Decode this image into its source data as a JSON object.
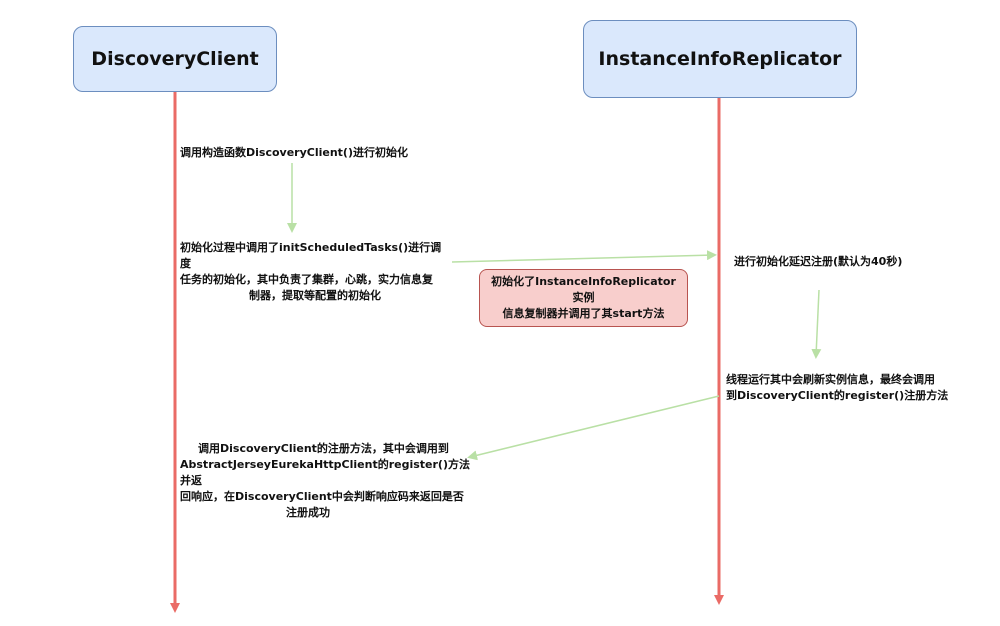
{
  "participants": {
    "discovery_client": "DiscoveryClient",
    "instance_info_replicator": "InstanceInfoReplicator"
  },
  "steps": {
    "constructor": "调用构造函数DiscoveryClient()进行初始化",
    "init_tasks": {
      "line1": "初始化过程中调用了initScheduledTasks()进行调度",
      "line2": "任务的初始化，其中负责了集群，心跳，实力信息复",
      "line3": "制器，提取等配置的初始化"
    },
    "delayed_register": "进行初始化延迟注册(默认为40秒)",
    "thread_refresh": {
      "line1": "线程运行其中会刷新实例信息，最终会调用",
      "line2": "到DiscoveryClient的register()注册方法"
    },
    "register_call": {
      "line1": "调用DiscoveryClient的注册方法，其中会调用到",
      "line2": "AbstractJerseyEurekaHttpClient的register()方法并返",
      "line3": "回响应，在DiscoveryClient中会判断响应码来返回是否",
      "line4": "注册成功"
    }
  },
  "note": {
    "line1": "初始化了InstanceInfoReplicator实例",
    "line2": "信息复制器并调用了其start方法"
  },
  "colors": {
    "lifeline": "#ea6b66",
    "flow_arrow": "#b9e0a5",
    "participant_fill": "#dae8fc",
    "participant_border": "#6c8ebf",
    "note_fill": "#f8cecc",
    "note_border": "#b85450"
  }
}
